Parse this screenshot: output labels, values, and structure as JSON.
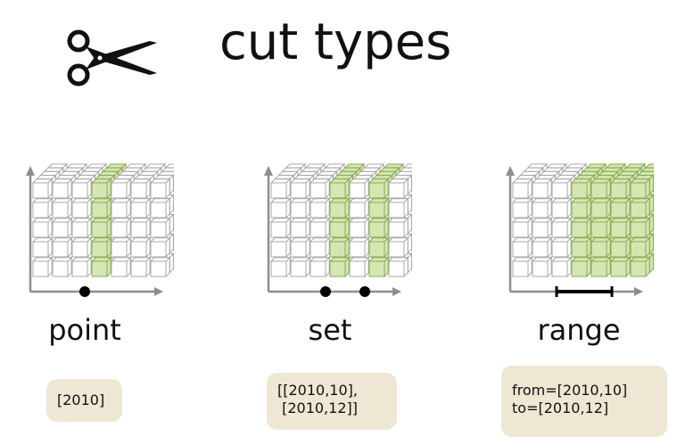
{
  "title": "cut types",
  "icons": {
    "scissors": "scissors-icon"
  },
  "colors": {
    "highlight_fill": "#d6e6b3",
    "highlight_stroke": "#8aaa55",
    "cube_stroke": "#a8a8a8",
    "axis": "#8e8e8e",
    "box_fill": "#ede7d3"
  },
  "cut_types": [
    {
      "name": "point",
      "example": "[2010]"
    },
    {
      "name": "set",
      "example": "[[2010,10],\n [2010,12]]"
    },
    {
      "name": "range",
      "example": "from=[2010,10]\nto=[2010,12]"
    }
  ]
}
